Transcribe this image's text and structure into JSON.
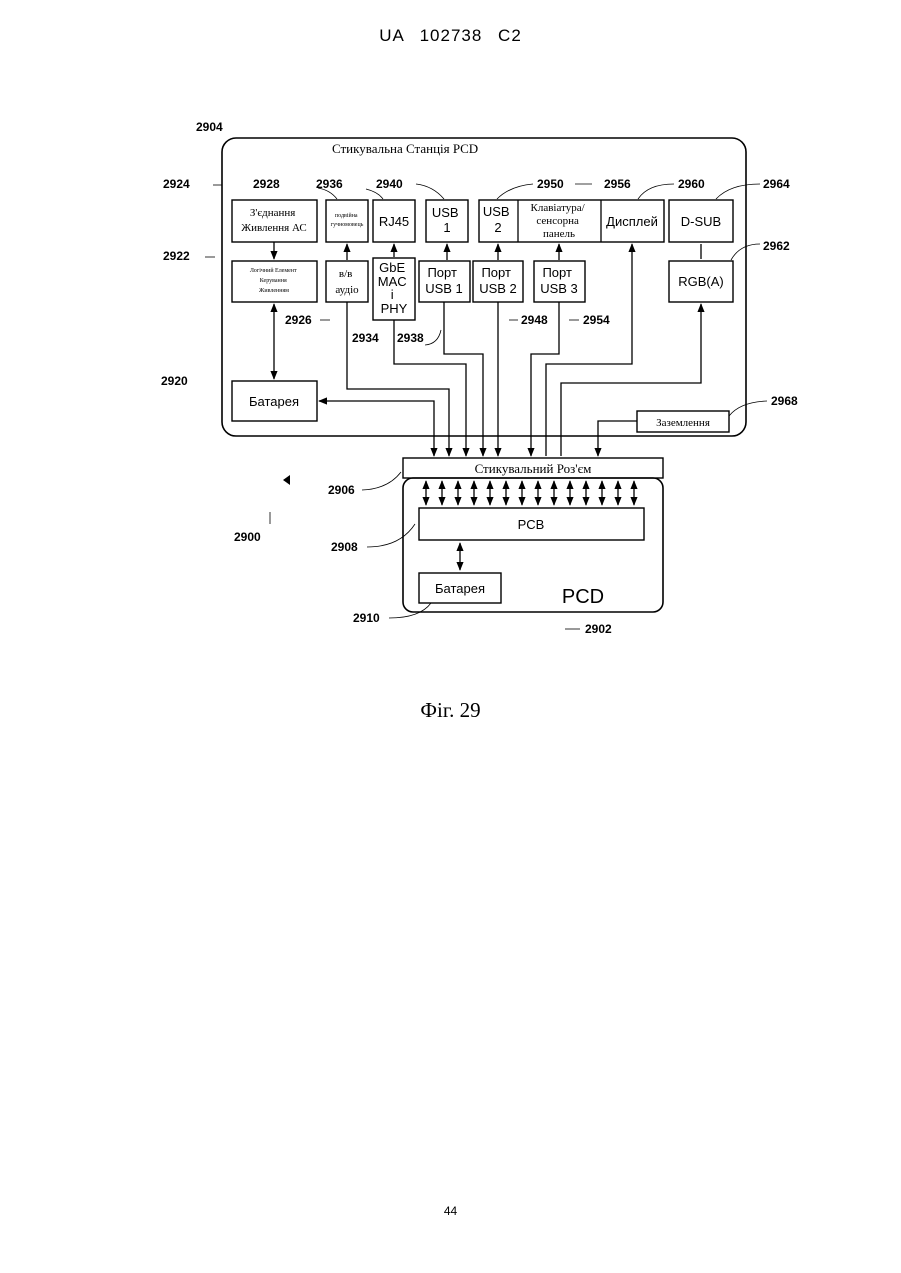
{
  "header": "UA 102738 C2",
  "caption": "Фіг. 29",
  "page_number": "44",
  "diagram": {
    "station_title": "Стикувальна Станція PCD",
    "blocks": {
      "power_ac": [
        "З'єднання",
        "Живлення АС"
      ],
      "power_ctrl": [
        "Логічний Елемент",
        "Керування",
        "Живленням"
      ],
      "headset": [
        "подвійна",
        "гучномовець"
      ],
      "rj45": "RJ45",
      "usb1": [
        "USB",
        "1"
      ],
      "usb2": [
        "USB",
        "2"
      ],
      "keyboard": [
        "Клавіатура/",
        "сенсорна",
        "панель"
      ],
      "display": "Дисплей",
      "dsub": "D-SUB",
      "audio": [
        "в/в",
        "аудіо"
      ],
      "gbe": [
        "GbE",
        "MAC",
        "і",
        "PHY"
      ],
      "port_usb1": [
        "Порт",
        "USB 1"
      ],
      "port_usb2": [
        "Порт",
        "USB 2"
      ],
      "port_usb3": [
        "Порт",
        "USB 3"
      ],
      "rgb": "RGB(A)",
      "battery_station": "Батарея",
      "ground": "Заземлення",
      "connector": "Стикувальний Роз'єм",
      "pcb": "PCB",
      "battery_pcd": "Батарея",
      "pcd": "PCD"
    },
    "refs": {
      "r2904": "2904",
      "r2924": "2924",
      "r2922": "2922",
      "r2920": "2920",
      "r2928": "2928",
      "r2936": "2936",
      "r2940": "2940",
      "r2950": "2950",
      "r2956": "2956",
      "r2960": "2960",
      "r2964": "2964",
      "r2962": "2962",
      "r2926": "2926",
      "r2934": "2934",
      "r2938": "2938",
      "r2948": "2948",
      "r2954": "2954",
      "r2968": "2968",
      "r2906": "2906",
      "r2900": "2900",
      "r2908": "2908",
      "r2910": "2910",
      "r2902": "2902"
    }
  }
}
